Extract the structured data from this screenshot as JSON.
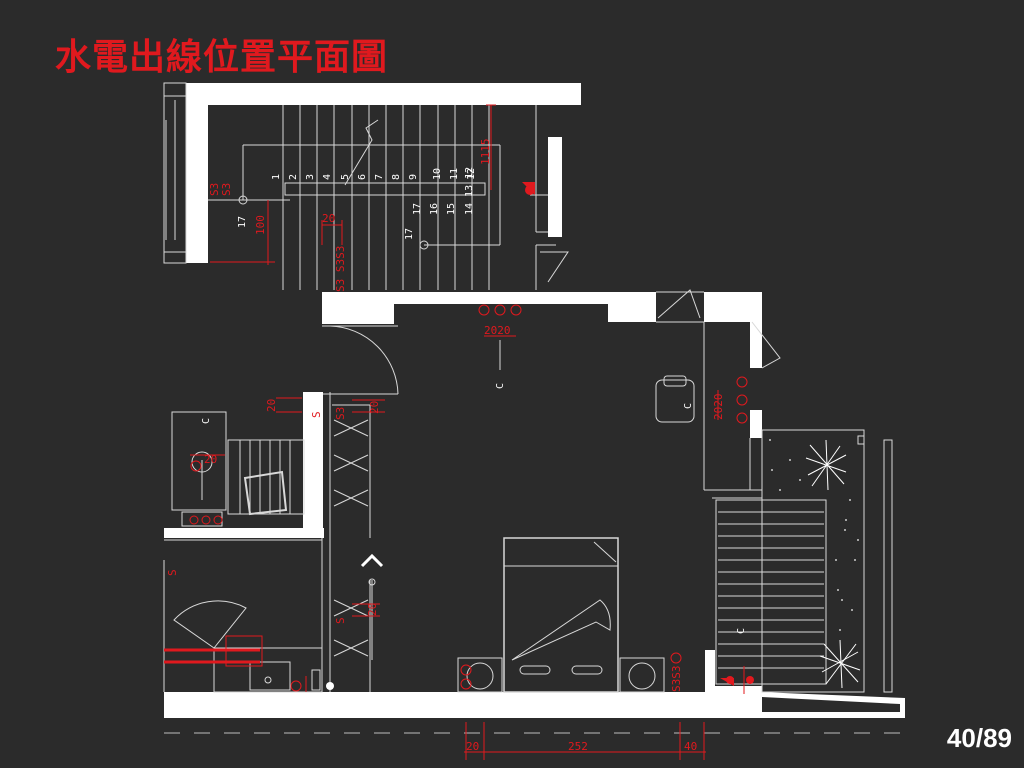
{
  "slide": {
    "title": "水電出線位置平面圖",
    "page_number": "40/89"
  },
  "colors": {
    "background": "#2b2b2b",
    "title": "#e0191e",
    "markup": "#e0191e",
    "walls": "#ffffff"
  },
  "plan": {
    "stair_numbers": [
      "1",
      "2",
      "3",
      "4",
      "5",
      "6",
      "7",
      "8",
      "9",
      "10",
      "11",
      "12",
      "13",
      "14",
      "15",
      "16",
      "17"
    ],
    "stair_labels": {
      "upper_numbers": [
        "1",
        "2",
        "3",
        "4",
        "5",
        "6",
        "7",
        "8",
        "9",
        "10",
        "11",
        "12"
      ],
      "lower_numbers": [
        "17",
        "16",
        "15",
        "14 13 12"
      ],
      "lower_left": "17"
    },
    "dimensions": {
      "stair_height": "1115",
      "stair_left": "100",
      "stair_mid": "20",
      "door_2020": "2020",
      "right_2020": "2020",
      "bath_20": "20",
      "closet_20a": "20",
      "closet_20b": "20",
      "bath_2020": "20",
      "bottom_20": "20",
      "bottom_252": "252",
      "bottom_40": "40",
      "shower_20": "20"
    },
    "outlet_codes": {
      "s3_stair": "S3",
      "s3_stair2": "S3",
      "s3s3s3": "S3 S3S3",
      "s3_bed": "S3S3",
      "s3_closet": "S3",
      "s_bath": "S",
      "s_bath2": "S"
    }
  }
}
